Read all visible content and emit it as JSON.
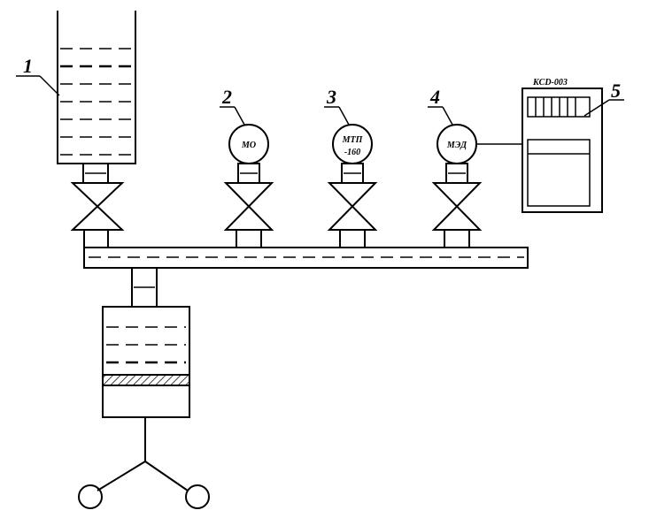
{
  "labels": {
    "reservoir_number": "1",
    "gauge_mo_number": "2",
    "gauge_mtp_number": "3",
    "gauge_med_number": "4",
    "recorder_number": "5"
  },
  "devices": {
    "mo": "МО",
    "mtp_line1": "МТП",
    "mtp_line2": "-160",
    "med": "МЭД",
    "recorder_model": "KCD-003"
  }
}
